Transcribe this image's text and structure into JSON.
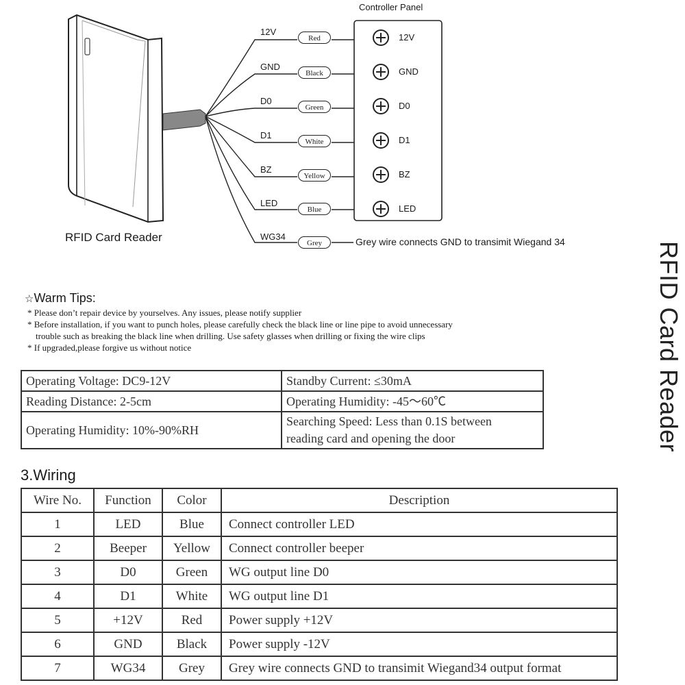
{
  "diagram": {
    "controller_title": "Controller Panel",
    "reader_label": "RFID Card Reader",
    "wires": [
      {
        "label": "12V",
        "color": "Red",
        "terminal": "12V"
      },
      {
        "label": "GND",
        "color": "Black",
        "terminal": "GND"
      },
      {
        "label": "D0",
        "color": "Green",
        "terminal": "D0"
      },
      {
        "label": "D1",
        "color": "White",
        "terminal": "D1"
      },
      {
        "label": "BZ",
        "color": "Yellow",
        "terminal": "BZ"
      },
      {
        "label": "LED",
        "color": "Blue",
        "terminal": "LED"
      },
      {
        "label": "WG34",
        "color": "Grey",
        "note": "Grey wire connects GND to transimit Wiegand 34"
      }
    ]
  },
  "side_title": "RFID Card Reader",
  "tips": {
    "title": "Warm Tips:",
    "lines": [
      "* Please don’t repair device by yourselves. Any issues, please notify supplier",
      "* Before installation, if you want to punch holes, please carefully check the black line or line pipe to avoid unnecessary",
      "trouble such as breaking the black line when drilling. Use safety glasses when drilling or fixing the wire clips",
      "* If upgraded,please forgive us without notice"
    ]
  },
  "specs": {
    "r1c1": "Operating Voltage: DC9-12V",
    "r1c2": "Standby Current: ≤30mA",
    "r2c1": "Reading Distance: 2-5cm",
    "r2c2": "Operating Humidity: -45～60℃",
    "r3c1": "Operating Humidity: 10%-90%RH",
    "r3c2a": "Searching Speed: Less than 0.1S between",
    "r3c2b": "reading card and opening the door"
  },
  "wiring": {
    "heading": "3.Wiring",
    "headers": [
      "Wire No.",
      "Function",
      "Color",
      "Description"
    ],
    "rows": [
      [
        "1",
        "LED",
        "Blue",
        "Connect controller LED"
      ],
      [
        "2",
        "Beeper",
        "Yellow",
        "Connect controller beeper"
      ],
      [
        "3",
        "D0",
        "Green",
        "WG output line D0"
      ],
      [
        "4",
        "D1",
        "White",
        "WG output line D1"
      ],
      [
        "5",
        "+12V",
        "Red",
        "Power supply +12V"
      ],
      [
        "6",
        "GND",
        "Black",
        "Power supply -12V"
      ],
      [
        "7",
        "WG34",
        "Grey",
        "Grey wire connects GND to transimit Wiegand34 output format"
      ]
    ]
  }
}
